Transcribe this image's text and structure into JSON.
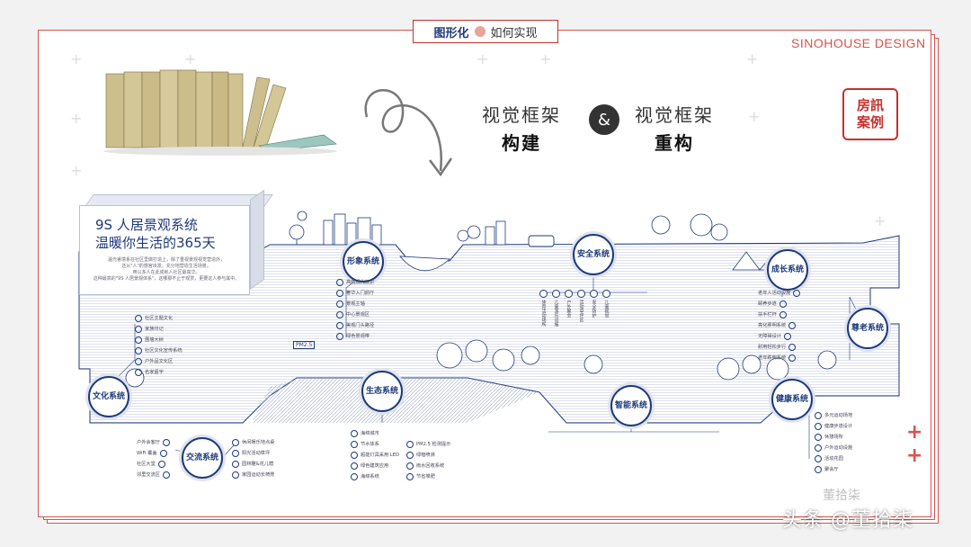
{
  "header": {
    "tag_strong": "图形化",
    "tag_sub": "如何实现",
    "brand": "SINOHOUSE DESIGN"
  },
  "titles": {
    "left_line1": "视觉框架",
    "left_line2": "构建",
    "right_line1": "视觉框架",
    "right_line2": "重构",
    "ampersand": "&"
  },
  "seal": {
    "line1": "房訊",
    "line2": "案例"
  },
  "panel": {
    "title_line1": "9S 人居景观系统",
    "title_line2": "温暖你生活的365天",
    "body_line1": "温光睿境系在社区里做打造上，除了重视景观视觉营造外，",
    "body_line2": "还从\"人\"的感官出发，充分地营造生活场景。",
    "body_line3": "用以多人在此成就人社区最高华。",
    "body_line4": "这种最高的\"9S 人居景观体系\"，这哪那不止于观赏，更要这人参与其中。"
  },
  "nodes": {
    "xingxiang": "形象系统",
    "anquan": "安全系统",
    "chengzhang": "成长系统",
    "zunlao": "尊老系统",
    "wenhua": "文化系统",
    "shengtai": "生态系统",
    "zhineng": "智能系统",
    "jiankang": "健康系统",
    "jiaoliu": "交流系统"
  },
  "lists": {
    "xingxiang": [
      "高端现代标识",
      "奢华入门前厅",
      "景观主轴",
      "中心景观区",
      "美观门头路径",
      "绿色景观带"
    ],
    "wenhua": [
      "社区主题文化",
      "家族印记",
      "围墙大树",
      "社区文化宣传系统",
      "户外品文化区",
      "名家留字"
    ],
    "jiaoliu": [
      "户外会客厅",
      "WiFi 覆盖",
      "社区大堂",
      "邻里交流区"
    ],
    "jiaoliu_right": [
      "休闲娱乐地点桌",
      "阳光活动草坪",
      "园林雕&花儿荫",
      "家园运动长椅凳"
    ],
    "shengtai": [
      "海绵城市",
      "节水体系",
      "超能灯具采用 LED",
      "绿色建筑应用",
      "海绵系统"
    ],
    "shengtai_right": [
      "PM2.5 检测提示",
      "绿植喷淋",
      "雨水回收系统",
      "节省堆肥"
    ],
    "zunlao": [
      "老年人活动设施",
      "颐养步道",
      "扶手栏杆",
      "亮化照明系统",
      "无障碍设计",
      "耐用轻松步行",
      "老年跌倒系统"
    ],
    "jiankang": [
      "多元运动场地",
      "健康步道设计",
      "休憩场所",
      "户外运动设施",
      "活动花园",
      "聚会厅"
    ]
  },
  "top_labels": [
    "体育活动场所",
    "儿童游乐设施",
    "户外聚会",
    "活动草坪区",
    "安全防护",
    "儿童视觉"
  ],
  "pm_label": "PM2.5",
  "watermark": {
    "text": "头条 @董拾柒",
    "faint": "董拾柒"
  },
  "colors": {
    "accent_red": "#c9302c",
    "navy": "#1e3a7b"
  }
}
